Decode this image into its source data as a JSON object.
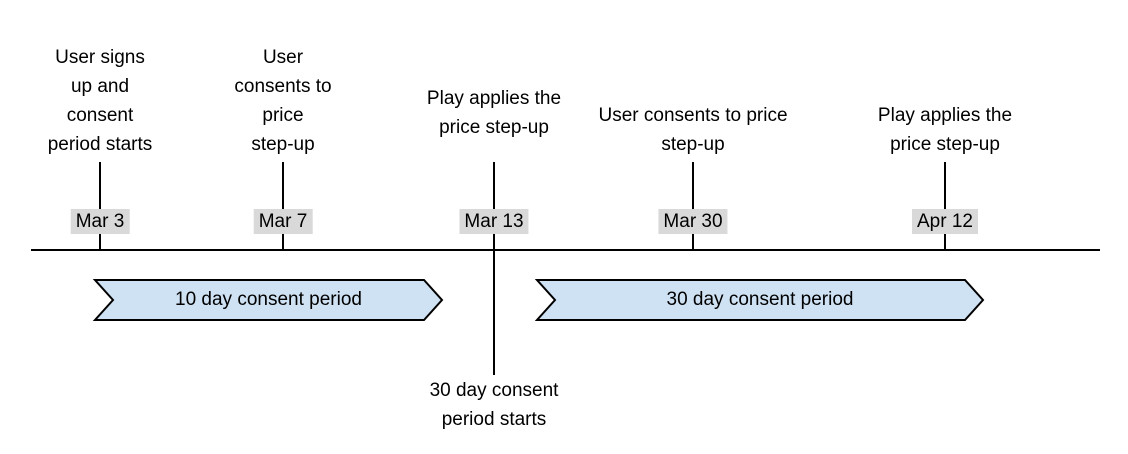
{
  "colors": {
    "background": "#ffffff",
    "text": "#000000",
    "line": "#000000",
    "arrow_fill": "#cfe2f3",
    "arrow_stroke": "#000000",
    "date_chip_bg": "#d9d9d9"
  },
  "timeline": {
    "milestones": [
      {
        "date": "Mar 3",
        "lines": [
          "User signs",
          "up and",
          "consent",
          "period starts"
        ]
      },
      {
        "date": "Mar 7",
        "lines": [
          "User",
          "consents to",
          "price",
          "step-up"
        ]
      },
      {
        "date": "Mar 13",
        "lines": [
          "Play applies the",
          "price step-up"
        ],
        "note_lines": [
          "30 day consent",
          "period starts"
        ]
      },
      {
        "date": "Mar 30",
        "lines": [
          "User consents to price",
          "step-up"
        ]
      },
      {
        "date": "Apr 12",
        "lines": [
          "Play applies the",
          "price step-up"
        ]
      }
    ],
    "periods": [
      {
        "label": "10 day consent period"
      },
      {
        "label": "30 day consent period"
      }
    ]
  }
}
